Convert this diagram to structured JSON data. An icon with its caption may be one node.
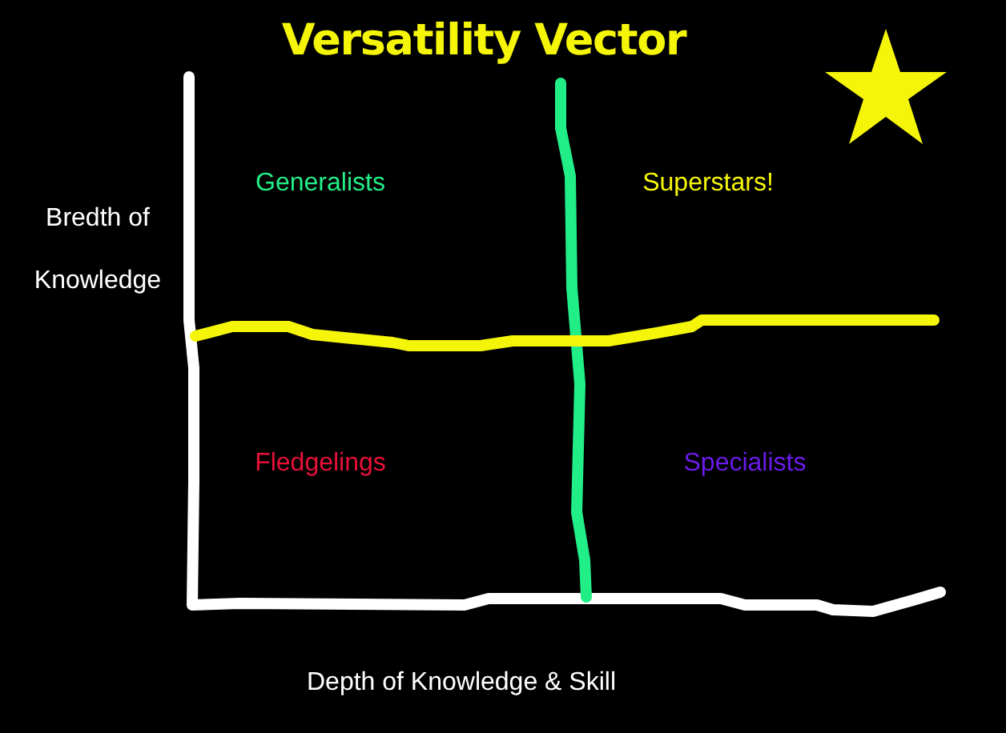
{
  "diagram": {
    "title": "Versatility Vector",
    "labels": [
      "Generalists",
      "Superstars!",
      "Bredth of Knowledge",
      "Fledgelings",
      "Specialists",
      "Depth of Knowledge & Skill"
    ]
  }
}
